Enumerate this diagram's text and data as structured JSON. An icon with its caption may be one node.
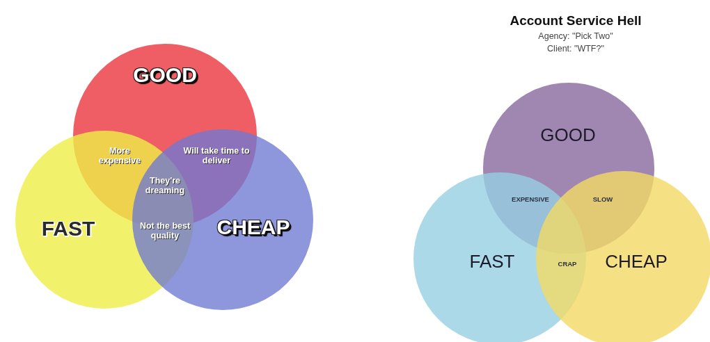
{
  "diagram": {
    "title": "Account Service Hell",
    "nodes": [
      {
        "text": [
          "GOOD"
        ]
      },
      {
        "text": [
          "FAST"
        ]
      },
      {
        "text": [
          "CHEAP"
        ]
      },
      {
        "text": [
          "GOOD"
        ]
      },
      {
        "text": [
          "FAST"
        ]
      },
      {
        "text": [
          "CHEAP"
        ]
      }
    ],
    "labels": [
      "More expensive",
      "Will take time to deliver",
      "They're dreaming",
      "Not the best quality",
      "Agency: \"Pick Two\"",
      "Client: \"WTF?\"",
      "EXPENSIVE",
      "SLOW",
      "CRAP"
    ]
  }
}
